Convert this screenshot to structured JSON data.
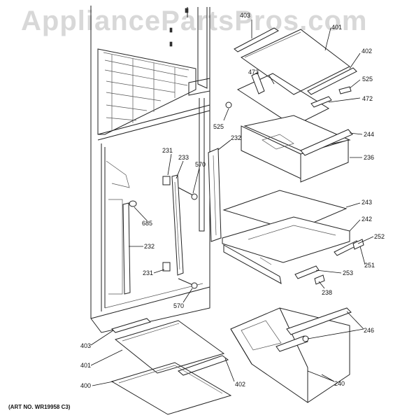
{
  "watermark": "AppliancePartsPros.com",
  "art_number": "(ART NO. WR19958 C3)",
  "callouts": [
    {
      "id": "c403a",
      "text": "403"
    },
    {
      "id": "c401a",
      "text": "401"
    },
    {
      "id": "c402a",
      "text": "402"
    },
    {
      "id": "c473",
      "text": "473"
    },
    {
      "id": "c525a",
      "text": "525"
    },
    {
      "id": "c472",
      "text": "472"
    },
    {
      "id": "c525b",
      "text": "525"
    },
    {
      "id": "c244",
      "text": "244"
    },
    {
      "id": "c232a",
      "text": "232"
    },
    {
      "id": "c231a",
      "text": "231"
    },
    {
      "id": "c233",
      "text": "233"
    },
    {
      "id": "c570a",
      "text": "570"
    },
    {
      "id": "c236",
      "text": "236"
    },
    {
      "id": "c243",
      "text": "243"
    },
    {
      "id": "c242",
      "text": "242"
    },
    {
      "id": "c685",
      "text": "685"
    },
    {
      "id": "c252",
      "text": "252"
    },
    {
      "id": "c232b",
      "text": "232"
    },
    {
      "id": "c251",
      "text": "251"
    },
    {
      "id": "c231b",
      "text": "231"
    },
    {
      "id": "c253",
      "text": "253"
    },
    {
      "id": "c238",
      "text": "238"
    },
    {
      "id": "c570b",
      "text": "570"
    },
    {
      "id": "c246",
      "text": "246"
    },
    {
      "id": "c403b",
      "text": "403"
    },
    {
      "id": "c401b",
      "text": "401"
    },
    {
      "id": "c402b",
      "text": "402"
    },
    {
      "id": "c400",
      "text": "400"
    },
    {
      "id": "c240",
      "text": "240"
    }
  ]
}
